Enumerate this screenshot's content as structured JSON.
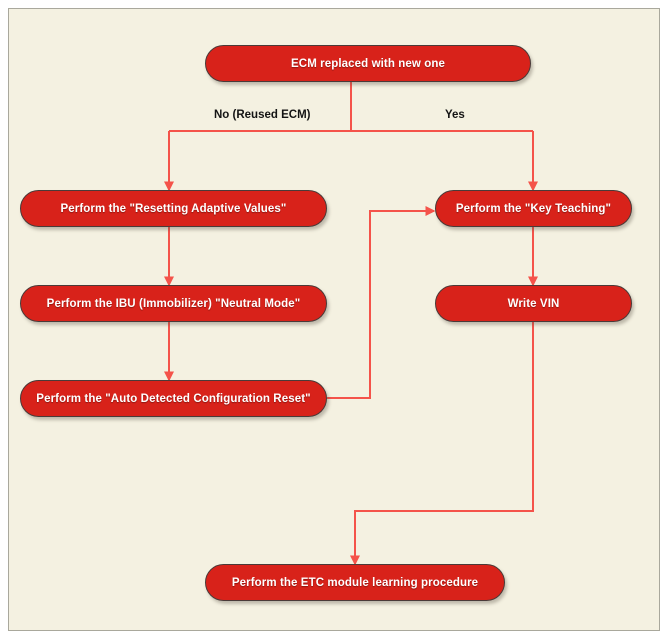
{
  "diagram": {
    "title_present": false,
    "background_color": "#f4f1e1",
    "frame_border_color": "#a9a89c",
    "node_fill_color": "#d8221a",
    "node_border_color": "#4a3a38",
    "node_text_color": "#ffffff",
    "connector_color": "#f4534a",
    "label_text_color": "#141414",
    "nodes": [
      {
        "id": "ecm-replaced",
        "label": "ECM replaced with new one"
      },
      {
        "id": "resetting-adaptive",
        "label": "Perform the \"Resetting Adaptive Values\""
      },
      {
        "id": "ibu-neutral-mode",
        "label": "Perform the IBU (Immobilizer) \"Neutral Mode\""
      },
      {
        "id": "auto-detected-reset",
        "label": "Perform the \"Auto Detected Configuration Reset\""
      },
      {
        "id": "key-teaching",
        "label": "Perform the \"Key Teaching\""
      },
      {
        "id": "write-vin",
        "label": "Write VIN"
      },
      {
        "id": "etc-learning",
        "label": "Perform the ETC module learning procedure"
      }
    ],
    "edge_labels": [
      {
        "id": "branch-no",
        "text": "No (Reused ECM)"
      },
      {
        "id": "branch-yes",
        "text": "Yes"
      }
    ]
  }
}
